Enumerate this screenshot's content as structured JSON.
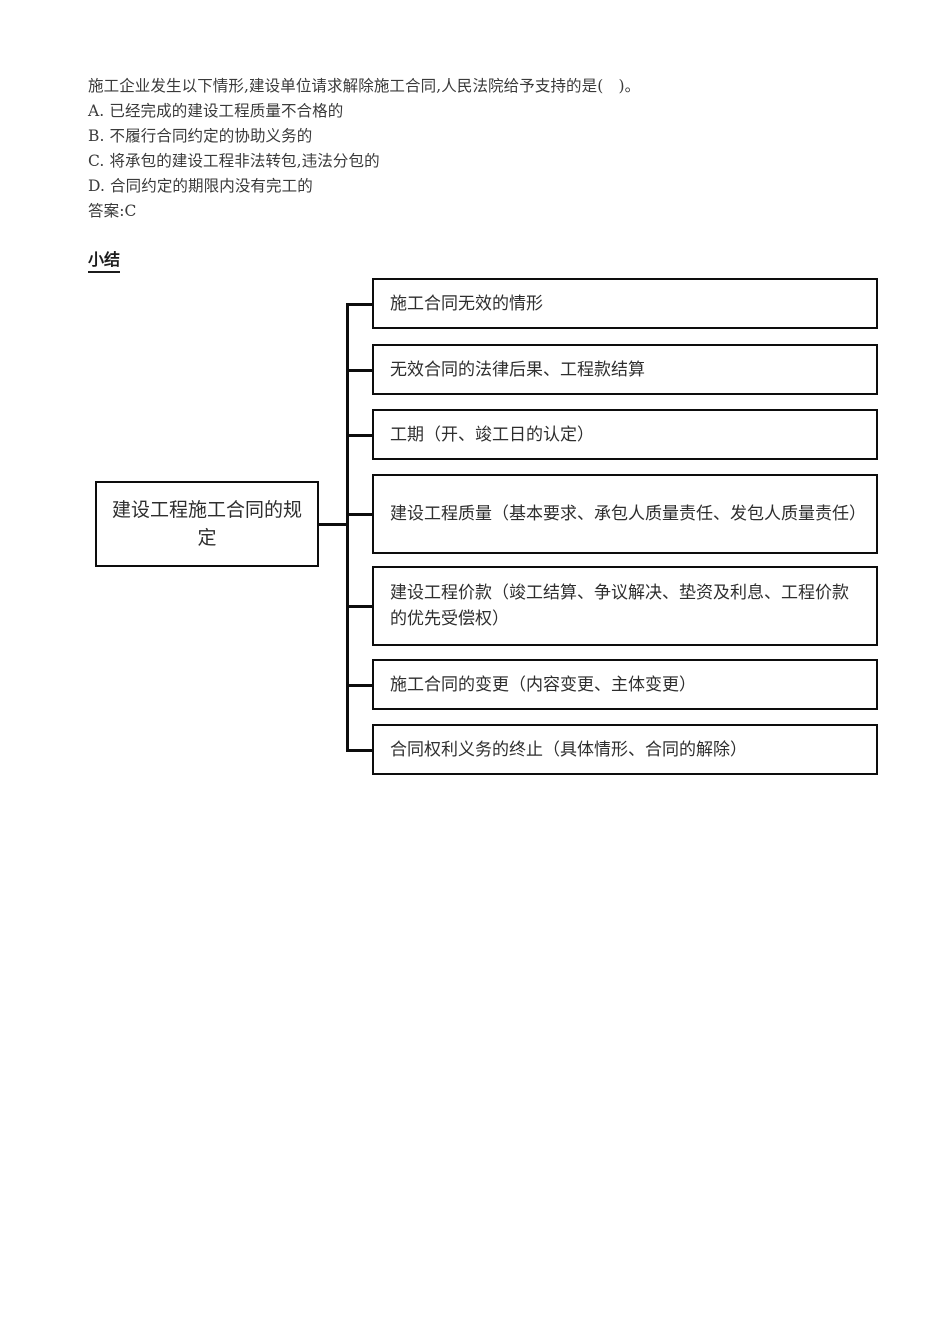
{
  "question": {
    "lines": [
      "施工企业发生以下情形,建设单位请求解除施工合同,人民法院给予支持的是(   )。",
      "A. 已经完成的建设工程质量不合格的",
      "B. 不履行合同约定的协助义务的",
      "C. 将承包的建设工程非法转包,违法分包的",
      "D. 合同约定的期限内没有完工的",
      "答案:C"
    ]
  },
  "summary": {
    "heading": "小结"
  },
  "diagram": {
    "root": "建设工程施工合同的规定",
    "branches": [
      "施工合同无效的情形",
      "无效合同的法律后果、工程款结算",
      "工期（开、竣工日的认定）",
      "建设工程质量（基本要求、承包人质量责任、发包人质量责任）",
      "建设工程价款（竣工结算、争议解决、垫资及利息、工程价款的优先受偿权）",
      "施工合同的变更（内容变更、主体变更）",
      "合同权利义务的终止（具体情形、合同的解除）"
    ]
  },
  "colors": {
    "page_background": "#ffffff",
    "text": "#333333",
    "box_border": "#0d0d0d",
    "heading": "#1c1c1c"
  }
}
